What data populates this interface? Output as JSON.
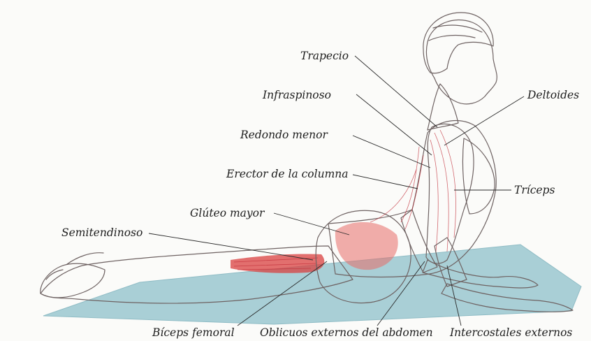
{
  "labels": {
    "trapecio": "Trapecio",
    "infraspinoso": "Infraspinoso",
    "redondo_menor": "Redondo menor",
    "erector": "Erector de la columna",
    "gluteo": "Glúteo mayor",
    "semitendinoso": "Semitendinoso",
    "deltoides": "Deltoides",
    "triceps": "Tríceps",
    "biceps_femoral": "Bíceps femoral",
    "oblicuos": "Oblicuos externos del abdomen",
    "intercostales": "Intercostales externos"
  },
  "colors": {
    "mat": "#a9cfd6",
    "muscle": "#d94a50",
    "muscle_light": "#f2b3ae",
    "clothing": "#b9dc93",
    "skin": "#fbf0ea",
    "hair": "#d8d6cf"
  }
}
